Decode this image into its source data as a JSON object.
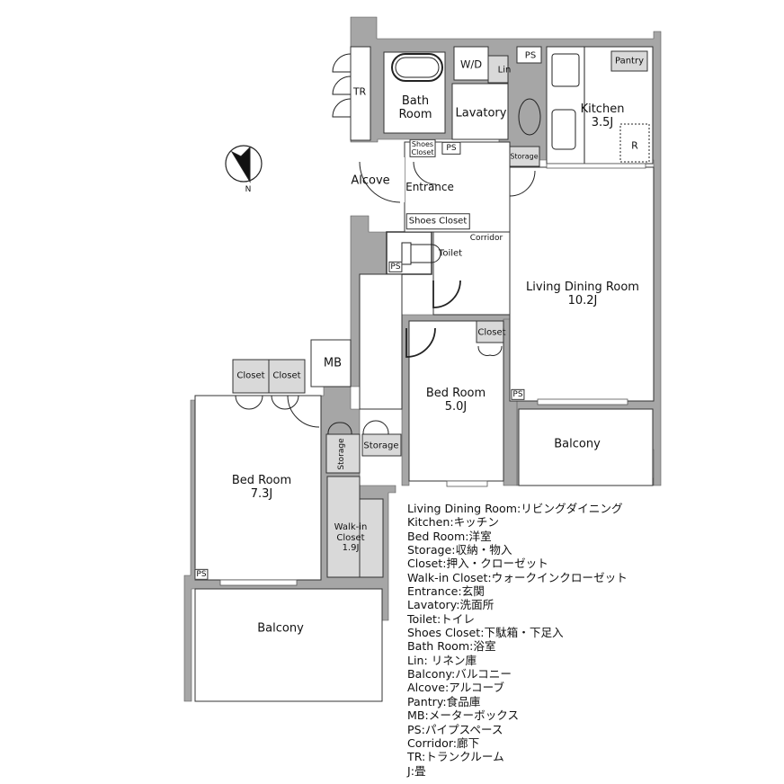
{
  "floor_plan": {
    "compass": {
      "label": "N"
    },
    "rooms": {
      "tr": {
        "label": "TR"
      },
      "bath_room": {
        "label_line1": "Bath",
        "label_line2": "Room"
      },
      "wd": {
        "label": "W/D"
      },
      "lin": {
        "label": "Lin"
      },
      "ps_top": {
        "label": "PS"
      },
      "pantry": {
        "label": "Pantry"
      },
      "kitchen": {
        "label": "Kitchen",
        "size": "3.5J"
      },
      "refrigerator": {
        "label": "R"
      },
      "lavatory": {
        "label": "Lavatory"
      },
      "shoes_closet_small": {
        "label_line1": "Shoes",
        "label_line2": "Closet"
      },
      "ps_entrance": {
        "label": "PS"
      },
      "storage_corridor": {
        "label": "Storage"
      },
      "alcove": {
        "label": "Alcove"
      },
      "entrance": {
        "label": "Entrance"
      },
      "shoes_closet": {
        "label": "Shoes Closet"
      },
      "corridor": {
        "label": "Corridor"
      },
      "toilet": {
        "label": "Toilet"
      },
      "ps_toilet": {
        "label": "PS"
      },
      "living_dining": {
        "label": "Living Dining Room",
        "size": "10.2J"
      },
      "closet_bed2": {
        "label": "Closet"
      },
      "mb": {
        "label": "MB"
      },
      "closet_a": {
        "label": "Closet"
      },
      "closet_b": {
        "label": "Closet"
      },
      "bed_room_2": {
        "label": "Bed Room",
        "size": "5.0J"
      },
      "ps_living": {
        "label": "PS"
      },
      "balcony_right": {
        "label": "Balcony"
      },
      "storage_vertical": {
        "label": "Storage"
      },
      "storage_horizontal": {
        "label": "Storage"
      },
      "bed_room_1": {
        "label": "Bed Room",
        "size": "7.3J"
      },
      "walk_in_closet": {
        "label_line1": "Walk-in",
        "label_line2": "Closet",
        "size": "1.9J"
      },
      "ps_bed1": {
        "label": "PS"
      },
      "balcony_left": {
        "label": "Balcony"
      }
    },
    "colors": {
      "wall": "#a6a6a6",
      "storage_fill": "#d9d9d9",
      "line": "#222222",
      "background": "#ffffff"
    }
  },
  "legend": [
    "Living Dining Room:リビングダイニング",
    "Kitchen:キッチン",
    "Bed Room:洋室",
    "Storage:収納・物入",
    "Closet:押入・クローゼット",
    "Walk-in Closet:ウォークインクローゼット",
    "Entrance:玄関",
    "Lavatory:洗面所",
    "Toilet:トイレ",
    "Shoes Closet:下駄箱・下足入",
    "Bath Room:浴室",
    "Lin: リネン庫",
    "Balcony:バルコニー",
    "Alcove:アルコーブ",
    "Pantry:食品庫",
    "MB:メーターボックス",
    "PS:パイプスペース",
    "Corridor:廊下",
    "TR:トランクルーム",
    "J:畳"
  ]
}
